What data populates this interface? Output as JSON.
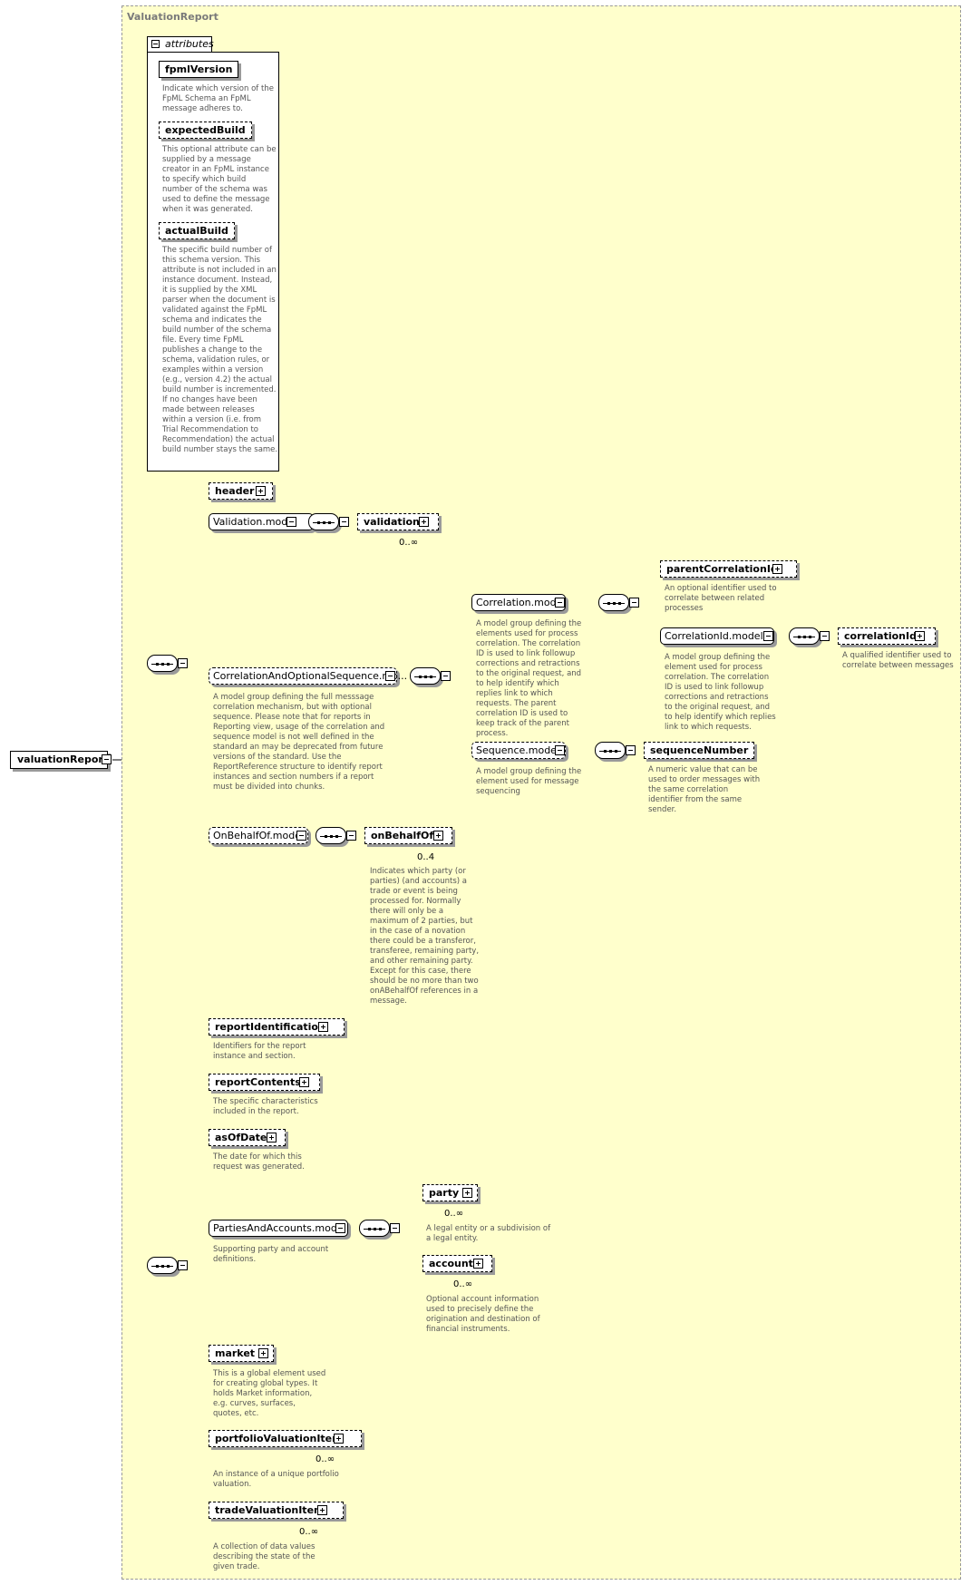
{
  "diagram": {
    "frame_title": "ValuationReport",
    "root": "valuationReport",
    "attributes_label": "attributes",
    "attributes": [
      {
        "name": "fpmlVersion",
        "desc": "Indicate which version of the FpML Schema an FpML message adheres to."
      },
      {
        "name": "expectedBuild",
        "desc": "This optional attribute can be supplied by a message creator in an FpML instance to specify which build number of the schema was used to define the message when it was generated."
      },
      {
        "name": "actualBuild",
        "desc": "The specific build number of this schema version. This attribute is not included in an instance document. Instead, it is supplied by the XML parser when the document is validated against the FpML schema and indicates the build number of the schema file. Every time FpML publishes a change to the schema, validation rules, or examples within a version (e.g., version 4.2) the actual build number is incremented. If no changes have been made between releases within a version (i.e. from Trial Recommendation to Recommendation) the actual build number stays the same."
      }
    ],
    "seq1": {
      "header": {
        "name": "header"
      },
      "validation_model": {
        "name": "Validation.model",
        "child": "validation",
        "card": "0..∞"
      },
      "corr_opt_seq": {
        "name": "CorrelationAndOptionalSequence.mo...",
        "desc": "A model group defining the full messsage correlation mechanism, but with optional sequence. Please note that for reports in Reporting view, usage of the correlation and sequence model is not well defined in the standard an may be deprecated from future versions of the standard. Use the ReportReference structure to identify report instances and section numbers if a report must be divided into chunks."
      },
      "correlation_model": {
        "name": "Correlation.model",
        "desc": "A model group defining the elements used for process correlation. The correlation ID is used to link followup corrections and retractions to the original request, and to help identify which replies link to which requests. The parent correlation ID is used to keep track of the parent process."
      },
      "parent_correlation_id": {
        "name": "parentCorrelationId",
        "desc": "An optional identifier used to correlate between related processes"
      },
      "correlation_id_model": {
        "name": "CorrelationId.model",
        "desc": "A model group defining the element used for process correlation. The correlation ID is used to link followup corrections and retractions to the original request, and to help identify which replies link to which requests."
      },
      "correlation_id": {
        "name": "correlationId",
        "desc": "A qualified identifier used to correlate between messages"
      },
      "sequence_model": {
        "name": "Sequence.model",
        "desc": "A model group defining the element used for message sequencing"
      },
      "sequence_number": {
        "name": "sequenceNumber",
        "desc": "A numeric value that can be used to order messages with the same correlation identifier from the same sender."
      },
      "on_behalf_of_model": {
        "name": "OnBehalfOf.model"
      },
      "on_behalf_of": {
        "name": "onBehalfOf",
        "card": "0..4",
        "desc": "Indicates which party (or parties) (and accounts) a trade or event is being processed for. Normally there will only be a maximum of 2 parties, but in the case of a novation there could be a transferor, transferee, remaining party, and other remaining party. Except for this case, there should be no more than two onABehalfOf references in a message."
      }
    },
    "seq2": {
      "report_identification": {
        "name": "reportIdentification",
        "desc": "Identifiers for the report instance and section."
      },
      "report_contents": {
        "name": "reportContents",
        "desc": "The specific characteristics included in the report."
      },
      "as_of_date": {
        "name": "asOfDate",
        "desc": "The date for which this request was generated."
      },
      "parties_accounts_model": {
        "name": "PartiesAndAccounts.model",
        "desc": "Supporting party and account definitions."
      },
      "party": {
        "name": "party",
        "card": "0..∞",
        "desc": "A legal entity or a subdivision of a legal entity."
      },
      "account": {
        "name": "account",
        "card": "0..∞",
        "desc": "Optional account information used to precisely define the origination and destination of financial instruments."
      },
      "market": {
        "name": "market",
        "desc": "This is a global element used for creating global types. It holds Market information, e.g. curves, surfaces, quotes, etc."
      },
      "portfolio_valuation_item": {
        "name": "portfolioValuationItem",
        "card": "0..∞",
        "desc": "An instance of a unique portfolio valuation."
      },
      "trade_valuation_item": {
        "name": "tradeValuationItem",
        "card": "0..∞",
        "desc": "A collection of data values describing the state of the given trade."
      }
    }
  }
}
